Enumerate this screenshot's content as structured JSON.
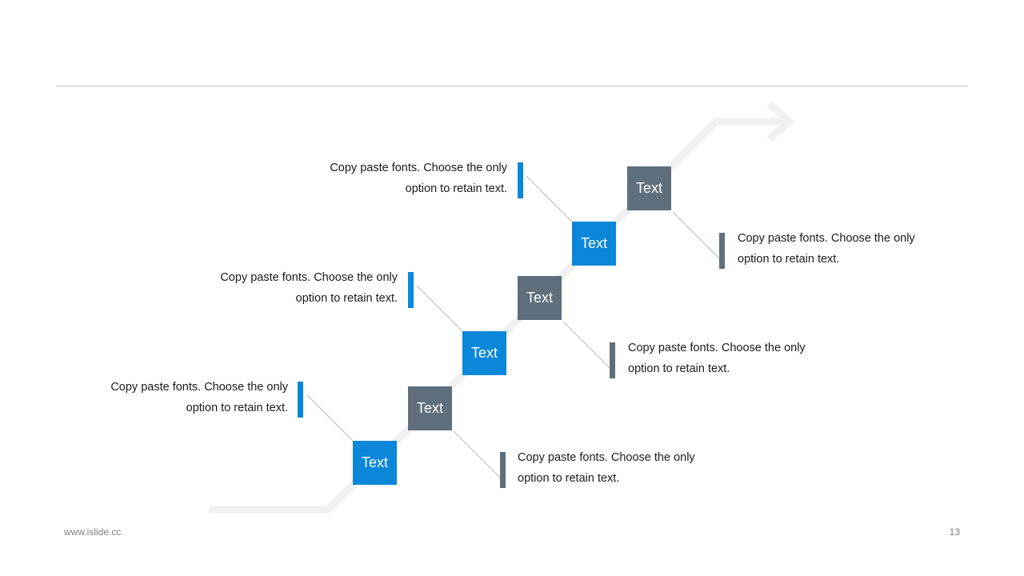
{
  "colors": {
    "blue": "#0b87da",
    "slate": "#5f6f7c",
    "arrow": "#f0f0f0",
    "connector": "#bfbfbf"
  },
  "steps": [
    {
      "label": "Text",
      "callout": "Copy paste fonts. Choose the only option to retain text."
    },
    {
      "label": "Text",
      "callout": "Copy paste fonts. Choose the only option to retain text."
    },
    {
      "label": "Text",
      "callout": "Copy paste fonts. Choose the only option to retain text."
    },
    {
      "label": "Text",
      "callout": "Copy paste fonts. Choose the only option to retain text."
    },
    {
      "label": "Text",
      "callout": "Copy paste fonts. Choose the only option to retain text."
    },
    {
      "label": "Text",
      "callout": "Copy paste fonts. Choose the only option to retain text."
    }
  ],
  "footer": {
    "url": "www.islide.cc",
    "page": "13"
  }
}
